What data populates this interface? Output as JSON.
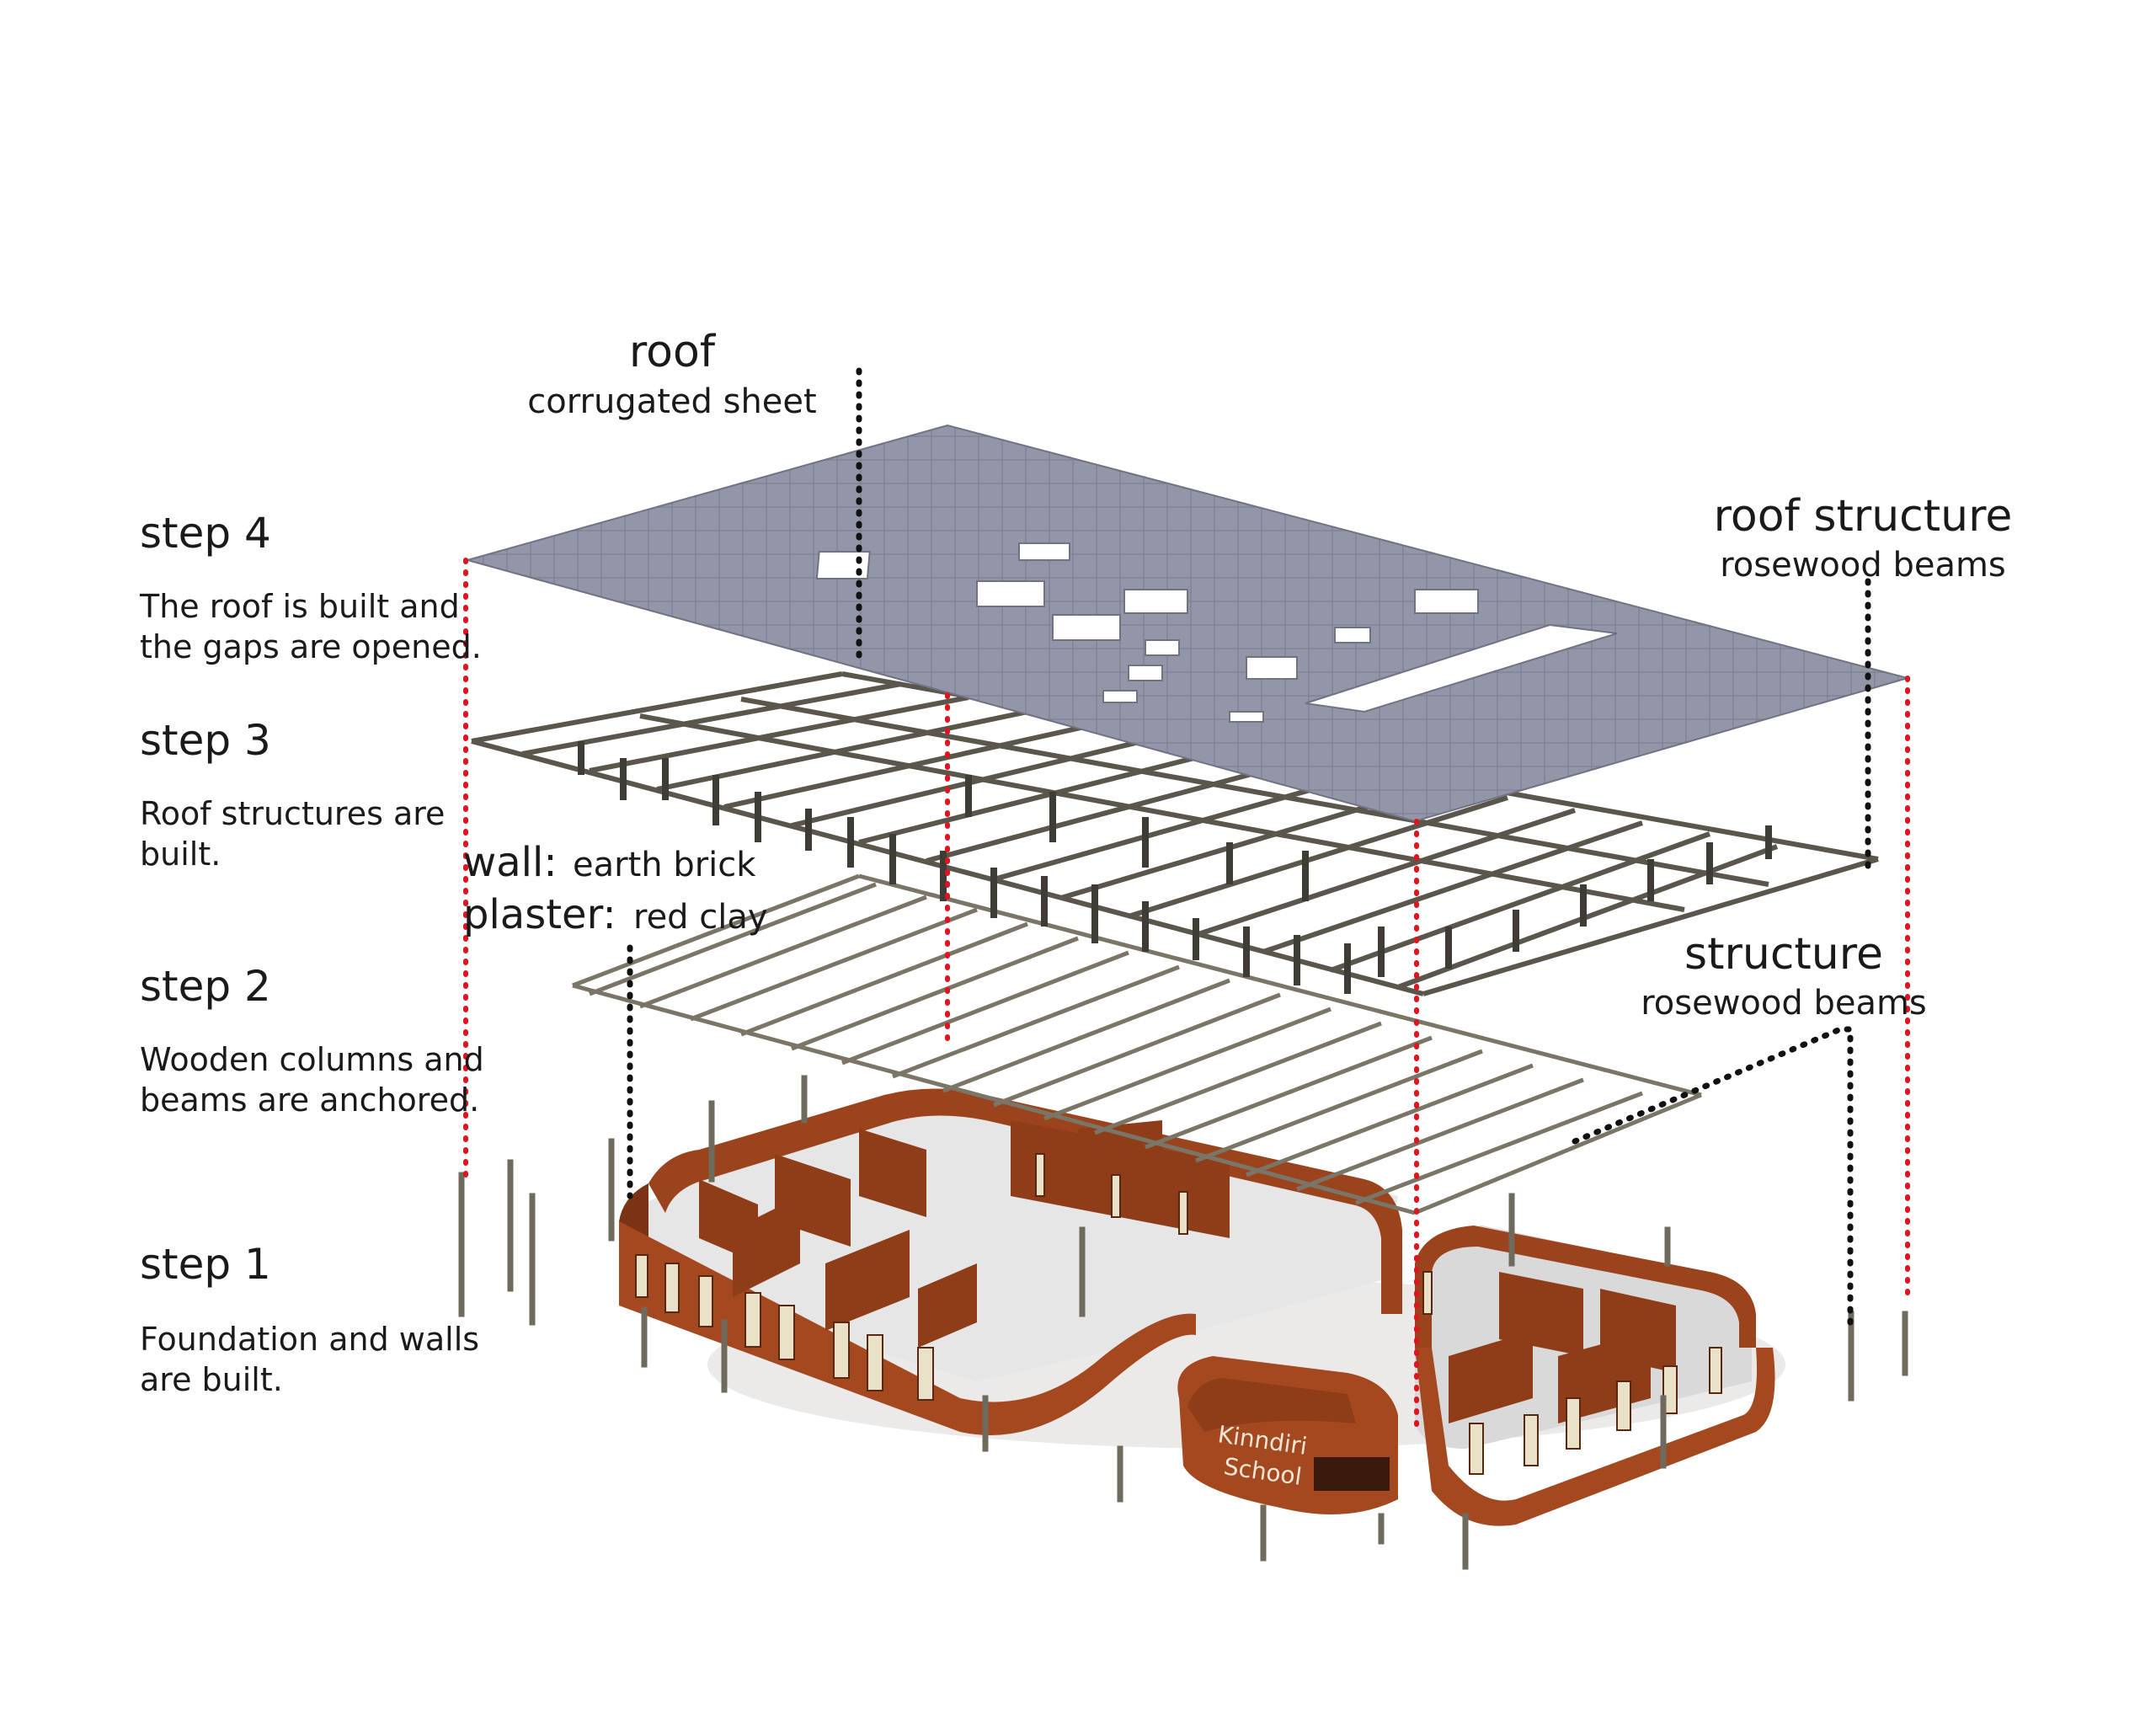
{
  "steps": [
    {
      "title": "step 4",
      "desc": "The roof is built and\nthe gaps are opened."
    },
    {
      "title": "step 3",
      "desc": "Roof structures are\nbuilt."
    },
    {
      "title": "step 2",
      "desc": "Wooden columns and\nbeams are anchored."
    },
    {
      "title": "step 1",
      "desc": "Foundation and walls\nare built."
    }
  ],
  "labels": {
    "roof_title": "roof",
    "roof_sub": "corrugated sheet",
    "roof_structure_title": "roof structure",
    "roof_structure_sub": "rosewood beams",
    "structure_title": "structure",
    "structure_sub": "rosewood beams",
    "wall_title": "wall:",
    "wall_sub": "earth brick",
    "plaster_title": "plaster:",
    "plaster_sub": "red clay"
  },
  "sign": {
    "line1": "Kinndiri",
    "line2": "School"
  },
  "colors": {
    "roof": "#8f93a3",
    "wall": "#a4481f",
    "wall_dark": "#7a3314",
    "timber": "#6f6a5e",
    "leader_red": "#e0141e",
    "leader_black": "#111111"
  }
}
